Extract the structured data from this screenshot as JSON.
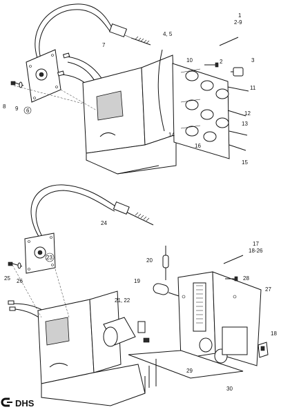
{
  "figure": {
    "top": {
      "group_label": "1",
      "group_range": "2-9",
      "callouts": {
        "c2": "2",
        "c3": "3",
        "c45": "4, 5",
        "c6": "6",
        "c7": "7",
        "c8": "8",
        "c9": "9",
        "c10": "10",
        "c11": "11",
        "c12": "12",
        "c13": "13",
        "c14": "14",
        "c15": "15",
        "c16": "16"
      }
    },
    "bottom": {
      "group_label": "17",
      "group_range": "18-26",
      "callouts": {
        "c18": "18",
        "c19": "19",
        "c20": "20",
        "c2122": "21, 22",
        "c23": "23",
        "c24": "24",
        "c25": "25",
        "c26": "26",
        "c27": "27",
        "c28": "28",
        "c29": "29",
        "c30": "30"
      }
    }
  },
  "footer": {
    "logo_text": "DHS"
  }
}
